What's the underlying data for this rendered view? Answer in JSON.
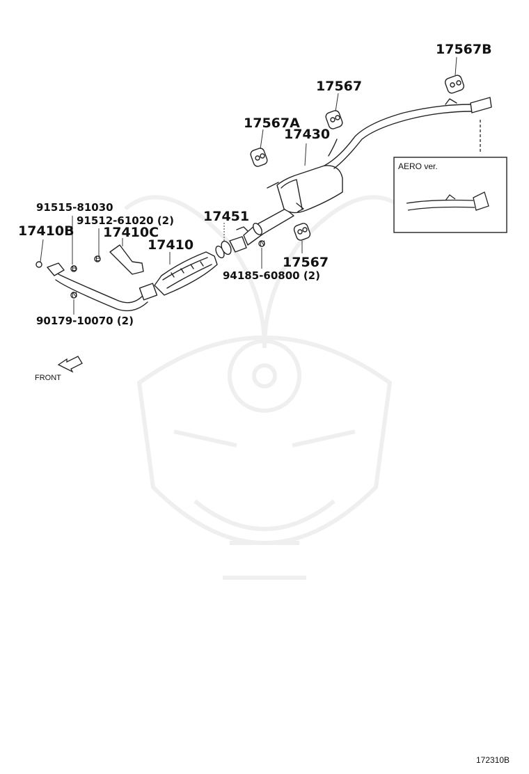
{
  "diagram": {
    "part_labels": {
      "p17567B": "17567B",
      "p17567_top": "17567",
      "p17567A": "17567A",
      "p17430": "17430",
      "p91515": "91515-81030",
      "p91512": "91512-61020 (2)",
      "p17410B": "17410B",
      "p17410C": "17410C",
      "p17451": "17451",
      "p17410": "17410",
      "p17567_low": "17567",
      "p94185": "94185-60800 (2)",
      "p90179": "90179-10070 (2)"
    },
    "inset_label": "AERO ver.",
    "front_label": "FRONT",
    "diagram_code": "172310B",
    "markers": {
      "b": "B",
      "e": "E",
      "n": "N"
    }
  }
}
